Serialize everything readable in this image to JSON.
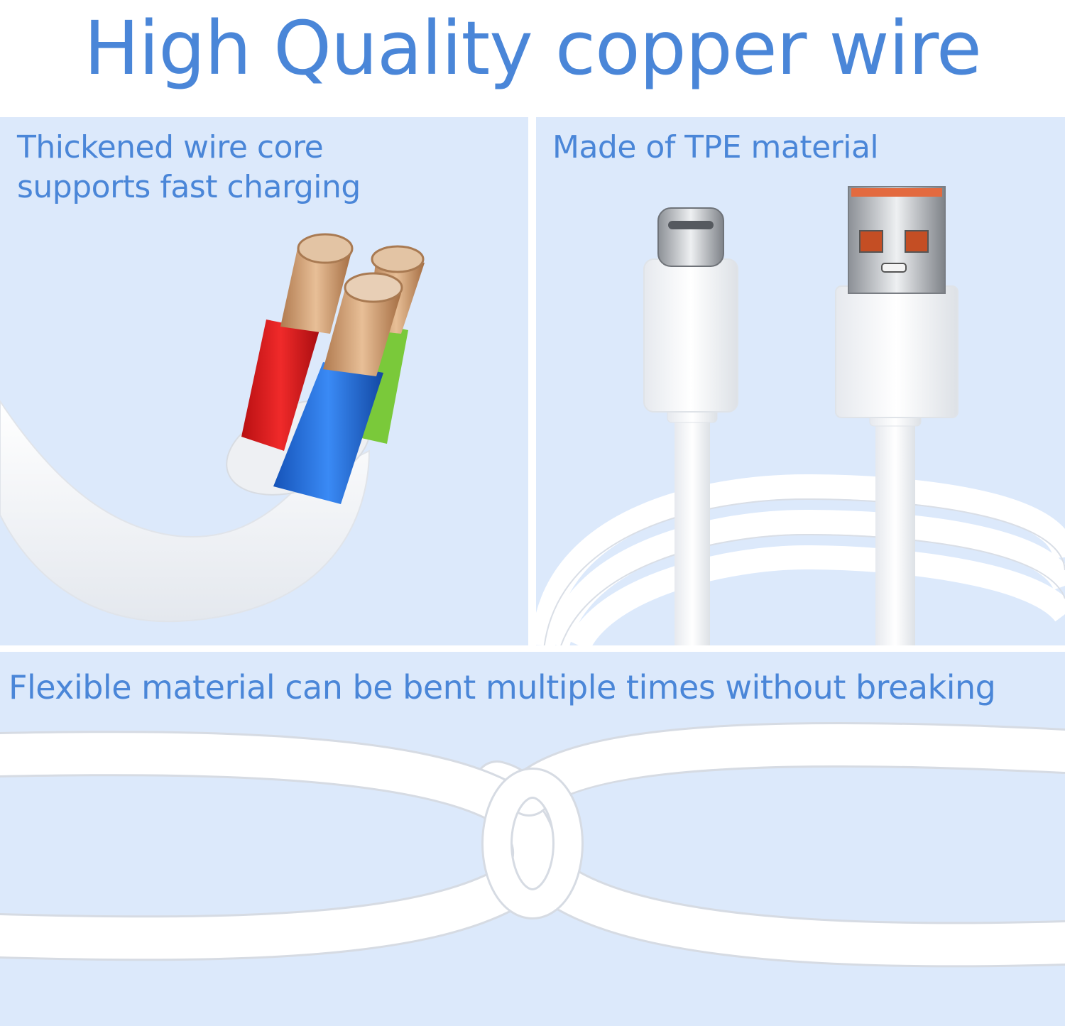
{
  "header": {
    "title": "High Quality copper wire"
  },
  "panels": {
    "wire_core": {
      "caption": "Thickened wire core\nsupports fast charging",
      "wire_colors": [
        "#e01d1d",
        "#1f6fe0",
        "#7ac93a"
      ],
      "copper_color": "#d9a57a"
    },
    "connectors": {
      "caption": "Made of TPE material",
      "usb_tongue_color": "#e36a3f",
      "cable_color": "#ffffff"
    },
    "flexible": {
      "caption": "Flexible material can be bent multiple times without breaking",
      "cable_color": "#ffffff"
    }
  },
  "theme": {
    "accent": "#4a86d8",
    "panel_bg": "#dce9fb"
  }
}
